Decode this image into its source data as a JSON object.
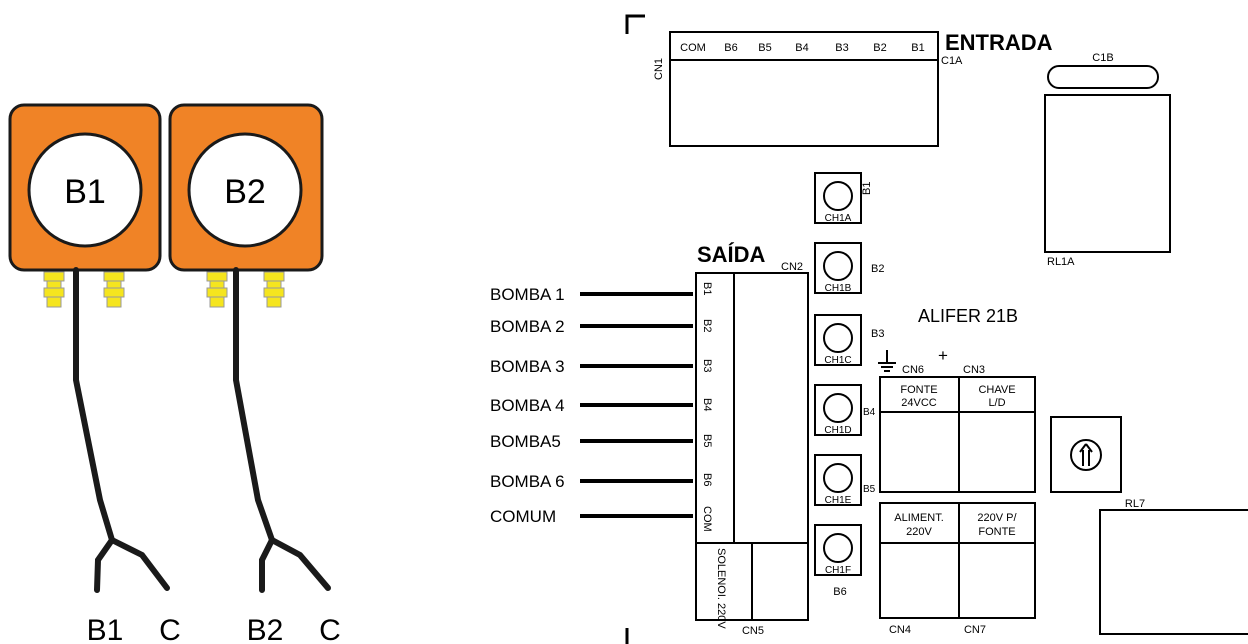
{
  "pumps": [
    {
      "label": "B1",
      "wire_left": "B1",
      "wire_right": "C"
    },
    {
      "label": "B2",
      "wire_left": "B2",
      "wire_right": "C"
    }
  ],
  "colors": {
    "pump_body": "#f08326",
    "fitting": "#f5e51e",
    "wire": "#1a1a1a",
    "line": "#000000"
  },
  "board": {
    "title": "ALIFER 21B",
    "entrada": {
      "heading": "ENTRADA",
      "connector": "CN1",
      "pins": [
        "COM",
        "B6",
        "B5",
        "B4",
        "B3",
        "B2",
        "B1"
      ],
      "cap_a": "C1A",
      "cap_b": "C1B",
      "relay": "RL1A"
    },
    "saida": {
      "heading": "SAÍDA",
      "connector": "CN2",
      "pins": [
        "B1",
        "B2",
        "B3",
        "B4",
        "B5",
        "B6",
        "COM"
      ]
    },
    "outputs": [
      "BOMBA 1",
      "BOMBA 2",
      "BOMBA 3",
      "BOMBA 4",
      "BOMBA5",
      "BOMBA 6",
      "COMUM"
    ],
    "switches": [
      {
        "id": "CH1A",
        "label": "B1"
      },
      {
        "id": "CH1B",
        "label": "B2"
      },
      {
        "id": "CH1C",
        "label": "B3"
      },
      {
        "id": "CH1D",
        "label": "B4"
      },
      {
        "id": "CH1E",
        "label": "B5"
      },
      {
        "id": "CH1F",
        "label": "B6"
      }
    ],
    "cn5": {
      "name": "CN5",
      "label": "SOLENOI. 220V"
    },
    "cn6": {
      "name": "CN6",
      "plus": "+",
      "label_line1": "FONTE",
      "label_line2": "24VCC"
    },
    "cn3": {
      "name": "CN3",
      "label_line1": "CHAVE",
      "label_line2": "L/D"
    },
    "cn4": {
      "name": "CN4",
      "label_line1": "ALIMENT.",
      "label_line2": "220V"
    },
    "cn7": {
      "name": "CN7",
      "label_line1": "220V P/",
      "label_line2": "FONTE"
    },
    "relay7": "RL7"
  }
}
